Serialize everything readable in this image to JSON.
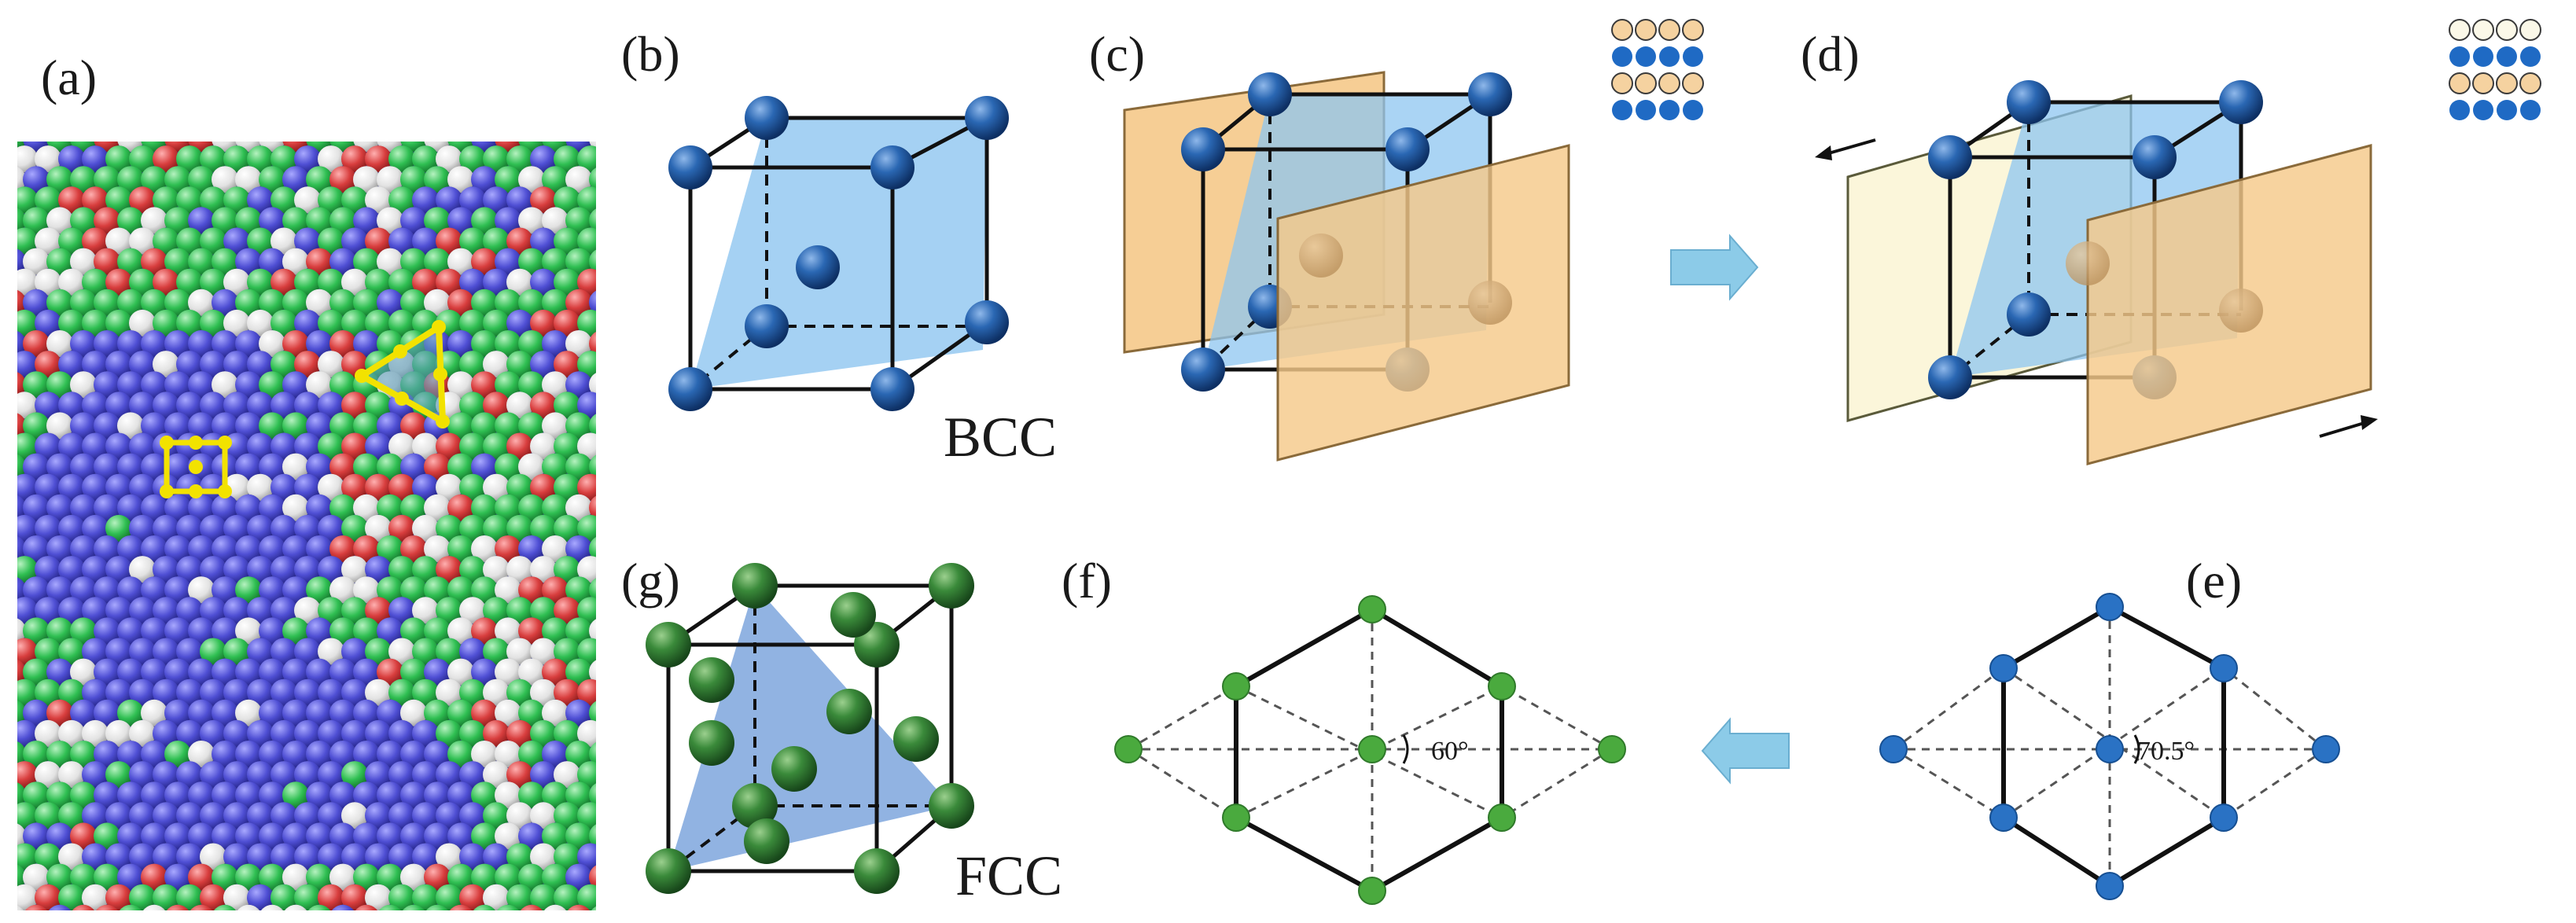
{
  "panels": {
    "a": {
      "label": "(a)"
    },
    "b": {
      "label": "(b)",
      "structure": "BCC"
    },
    "c": {
      "label": "(c)"
    },
    "d": {
      "label": "(d)"
    },
    "e": {
      "label": "(e)",
      "angle": "70.5°"
    },
    "f": {
      "label": "(f)",
      "angle": "60°"
    },
    "g": {
      "label": "(g)",
      "structure": "FCC"
    }
  },
  "colors": {
    "bcc_atom": "#1f5fa8",
    "fcc_atom": "#3a8a3a",
    "lattice_blue": "#2a72c4",
    "lattice_green": "#4aaa3e",
    "plane_blue": "#8ec5f0",
    "plane_orange": "#f5c98a",
    "plane_cream": "#fbf6d8",
    "plane_fcc": "#7ea6dd",
    "arrow": "#8ccbe8",
    "marker_yellow": "#f2e200",
    "md_blue": "#5555d8",
    "md_green": "#39c25a",
    "md_red": "#d94545",
    "md_white": "#e8e8e8"
  }
}
